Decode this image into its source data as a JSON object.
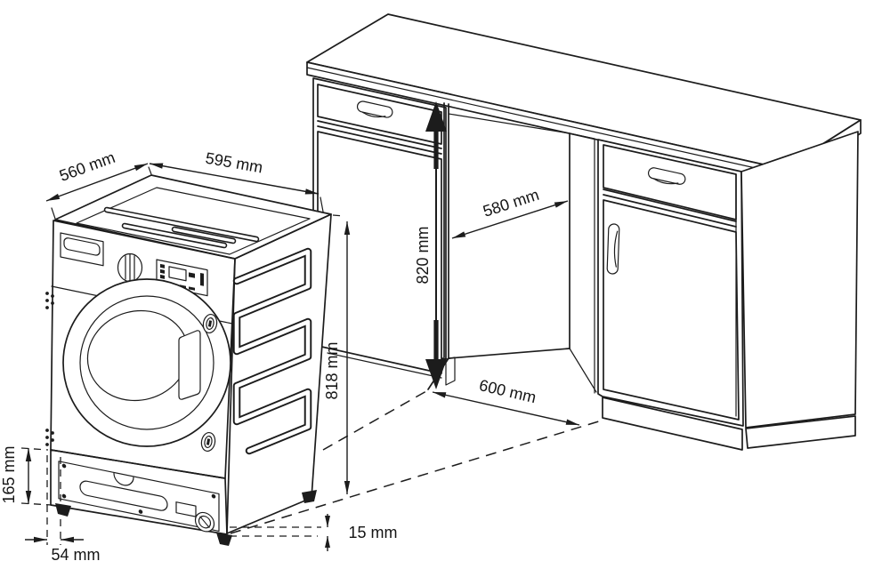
{
  "diagram": {
    "type": "appliance-installation-dimensions",
    "subject": "Built-in washing machine and kitchen cabinet niche",
    "unit": "mm",
    "colors": {
      "line": "#1c1c1c",
      "background": "#ffffff"
    },
    "labels": {
      "depth": "560 mm",
      "width": "595 mm",
      "niche_depth": "580 mm",
      "niche_height": "820 mm",
      "appliance_height": "818 mm",
      "niche_width": "600 mm",
      "plinth_height": "165 mm",
      "base_offset": "54 mm",
      "feet_adjustment": "15 mm"
    }
  }
}
